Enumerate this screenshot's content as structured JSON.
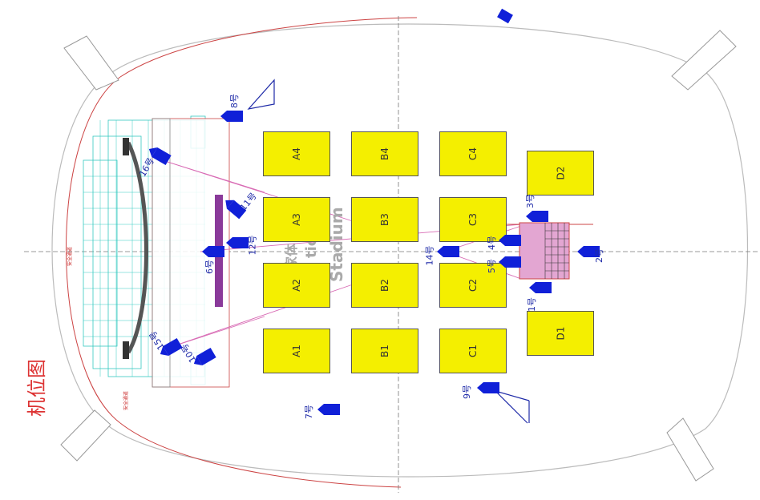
{
  "title": "机位图",
  "watermark": "Stadium",
  "watermark_cn": "家体",
  "watermark_part": "tion",
  "exit_labels": [
    "安全通道",
    "安全通道"
  ],
  "sections": [
    {
      "id": "A4",
      "label": "A4"
    },
    {
      "id": "A3",
      "label": "A3"
    },
    {
      "id": "A2",
      "label": "A2"
    },
    {
      "id": "A1",
      "label": "A1"
    },
    {
      "id": "B4",
      "label": "B4"
    },
    {
      "id": "B3",
      "label": "B3"
    },
    {
      "id": "B2",
      "label": "B2"
    },
    {
      "id": "B1",
      "label": "B1"
    },
    {
      "id": "C4",
      "label": "C4"
    },
    {
      "id": "C3",
      "label": "C3"
    },
    {
      "id": "C2",
      "label": "C2"
    },
    {
      "id": "C1",
      "label": "C1"
    },
    {
      "id": "D2",
      "label": "D2"
    },
    {
      "id": "D1",
      "label": "D1"
    }
  ],
  "cameras": [
    {
      "id": "1",
      "label": "1号"
    },
    {
      "id": "2",
      "label": "2号"
    },
    {
      "id": "3",
      "label": "3号"
    },
    {
      "id": "4",
      "label": "4号"
    },
    {
      "id": "5",
      "label": "5号"
    },
    {
      "id": "6",
      "label": "6号"
    },
    {
      "id": "7",
      "label": "7号"
    },
    {
      "id": "8",
      "label": "8号"
    },
    {
      "id": "9",
      "label": "9号"
    },
    {
      "id": "10",
      "label": "10号"
    },
    {
      "id": "11",
      "label": "11号"
    },
    {
      "id": "12",
      "label": "12号"
    },
    {
      "id": "14",
      "label": "14号"
    },
    {
      "id": "15",
      "label": "15号"
    },
    {
      "id": "16",
      "label": "16号"
    }
  ],
  "colors": {
    "section": "#f4ef00",
    "camera": "#1020d8",
    "outline": "#c33",
    "grid": "#35c9c0",
    "runway": "#8a3a9a"
  }
}
